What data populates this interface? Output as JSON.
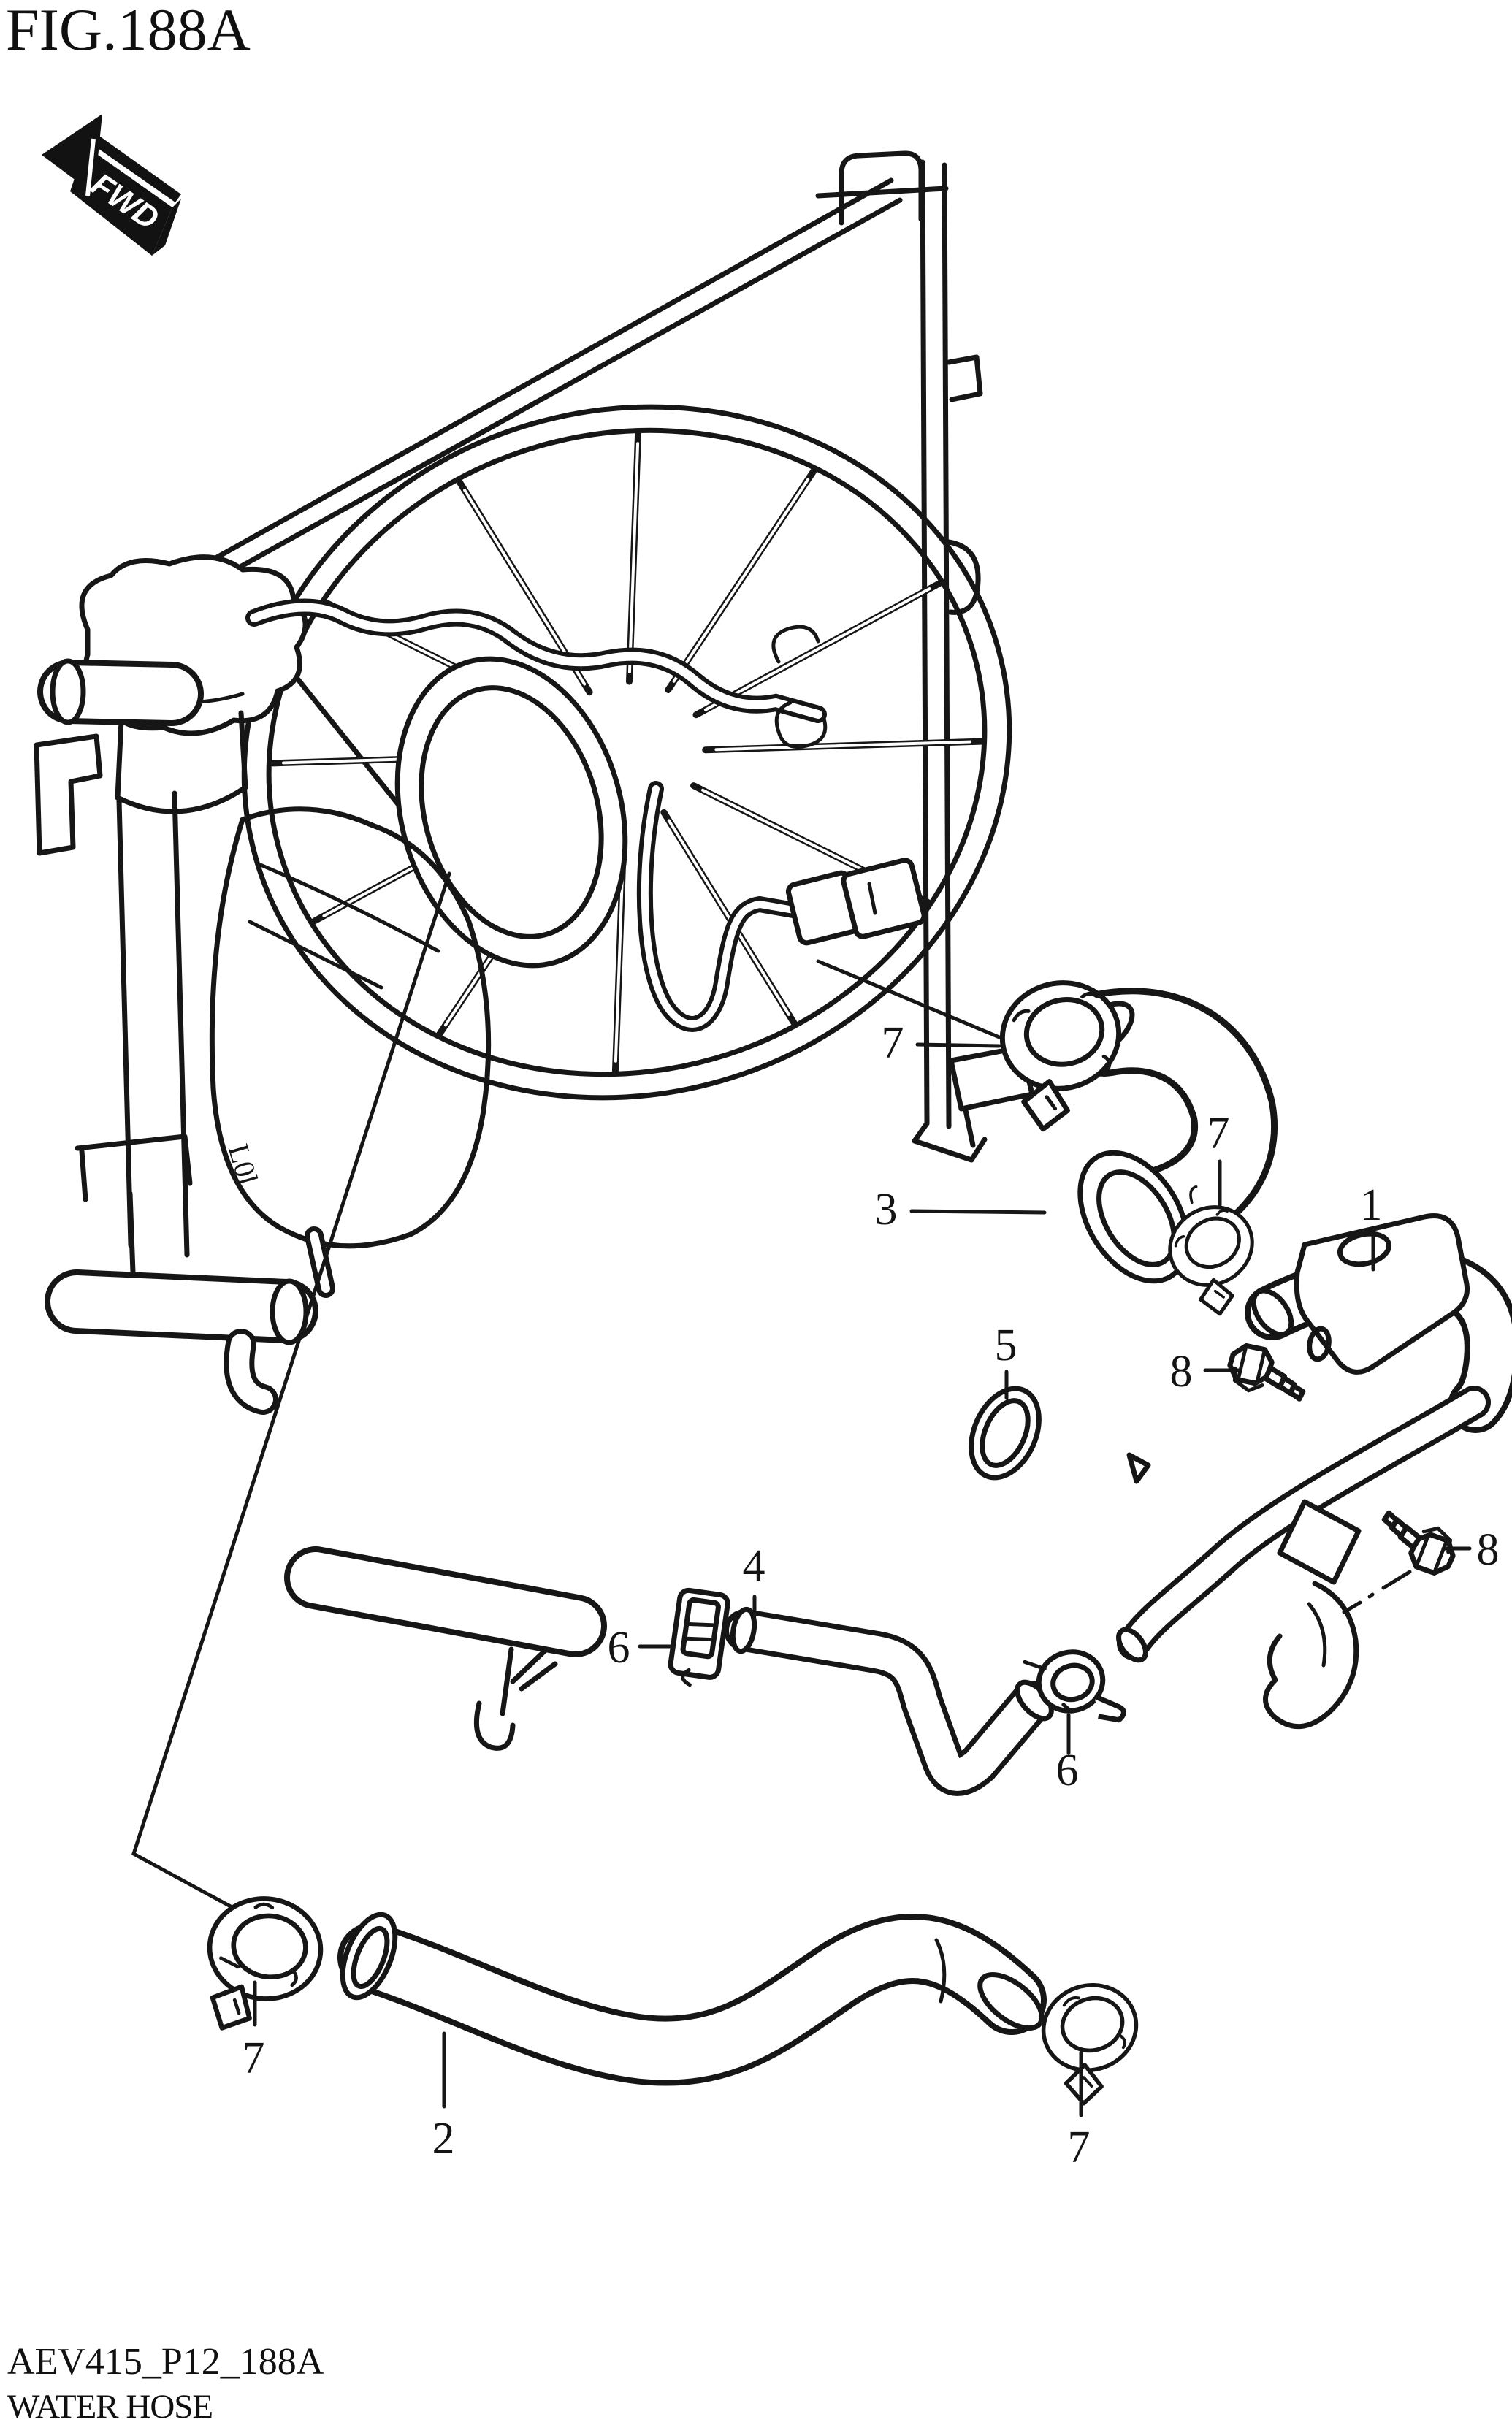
{
  "page": {
    "background": "#ffffff",
    "line_color": "#161616"
  },
  "header": {
    "figure_title": "FIG.188A"
  },
  "direction_arrow": {
    "label": "FWD",
    "points": "forward-left"
  },
  "footer": {
    "drawing_code": "AEV415_P12_188A",
    "part_group_title": "WATER HOSE"
  },
  "diagram": {
    "type": "exploded-parts-line-drawing",
    "subject": "Radiator, cooling fan shroud, reservoir tank and water hoses",
    "reservoir_marking": "L0l",
    "callouts": [
      {
        "part_number": "7",
        "target": "hose-clamp-on-elbow-hose-upper"
      },
      {
        "part_number": "3",
        "target": "elbow-water-hose"
      },
      {
        "part_number": "7",
        "target": "hose-clamp-between-elbow-hose-and-pipe"
      },
      {
        "part_number": "1",
        "target": "metal-water-pipe"
      },
      {
        "part_number": "5",
        "target": "o-ring"
      },
      {
        "part_number": "8",
        "target": "flange-bolt-upper"
      },
      {
        "part_number": "8",
        "target": "flange-bolt-lower"
      },
      {
        "part_number": "4",
        "target": "s-shaped-heater-hose"
      },
      {
        "part_number": "6",
        "target": "spring-clamp-left"
      },
      {
        "part_number": "6",
        "target": "spring-clamp-right"
      },
      {
        "part_number": "7",
        "target": "lower-hose-clamp-left"
      },
      {
        "part_number": "2",
        "target": "radiator-lower-hose"
      },
      {
        "part_number": "7",
        "target": "lower-hose-clamp-right"
      }
    ]
  }
}
